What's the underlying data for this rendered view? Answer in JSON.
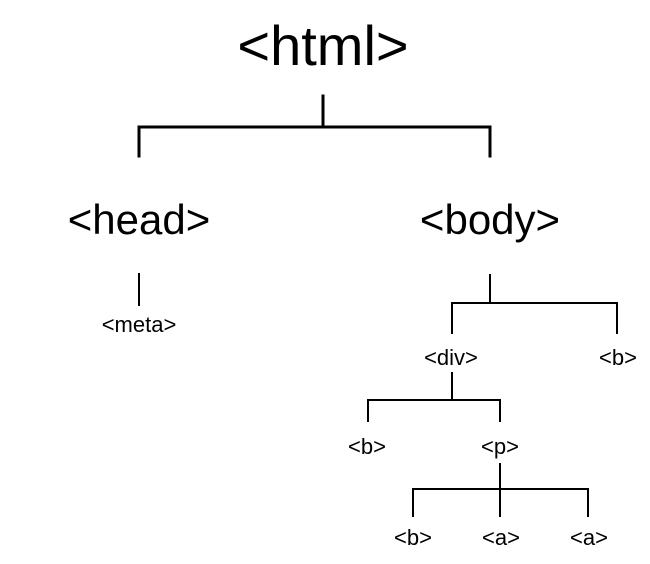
{
  "tree": {
    "root": "<html>",
    "head": "<head>",
    "body": "<body>",
    "meta": "<meta>",
    "div": "<div>",
    "body_b": "<b>",
    "div_b": "<b>",
    "p": "<p>",
    "p_b": "<b>",
    "p_a1": "<a>",
    "p_a2": "<a>"
  }
}
